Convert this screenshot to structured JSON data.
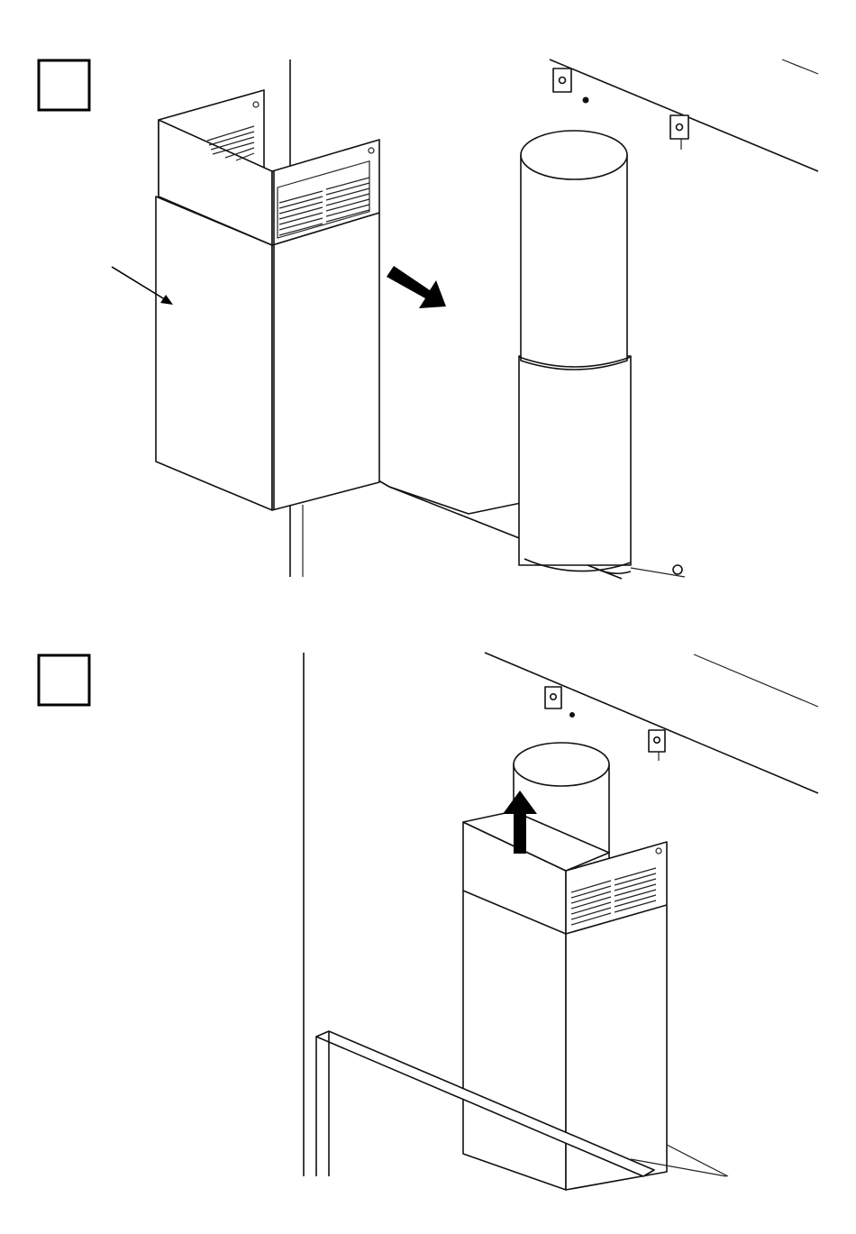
{
  "steps": [
    {
      "step_number": "",
      "action": "remove-cover-from-duct"
    },
    {
      "step_number": "",
      "action": "raise-cover-over-duct"
    }
  ],
  "colors": {
    "line": "#111111",
    "background": "#ffffff",
    "arrow": "#000000"
  },
  "icons": [
    "step-number-box",
    "move-direction-arrow",
    "pointer-arrow",
    "vent-grille-icon"
  ]
}
